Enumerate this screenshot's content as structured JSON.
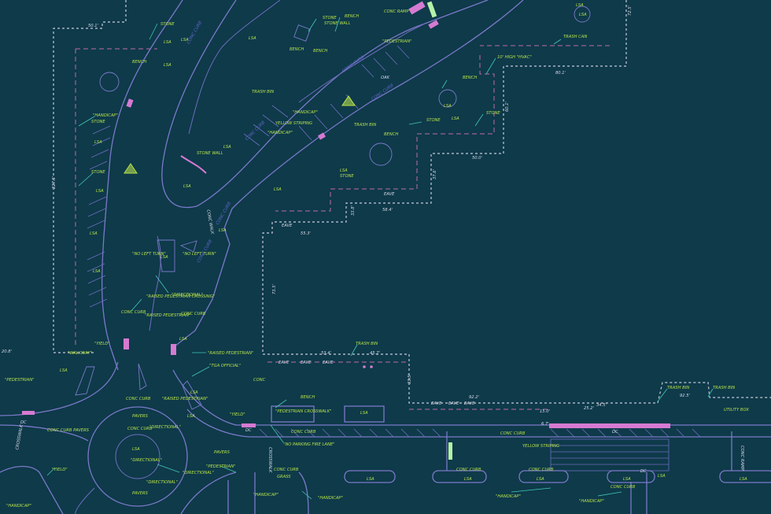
{
  "colors": {
    "background": "#0e3a4a",
    "building_outline": "#c9c9d6",
    "curb": "#7b79c8",
    "label": "#b7e04a",
    "leader": "#45c7b2",
    "highlight": "#d67ad2",
    "accent_green": "#b5f2a8"
  },
  "labels": {
    "bench": "BENCH",
    "stone": "STONE",
    "lsa": "LSA",
    "stone_wall": "STONE WALL",
    "conc_ramp": "CONC RAMP",
    "pedestrian": "\"PEDESTRIAN\"",
    "conc_curb": "CONC CURB",
    "trash_can": "TRASH CAN",
    "ten_high_hvac": "10' HIGH \"HVAC\"",
    "trash_bin": "TRASH BIN",
    "handicap": "\"HANDICAP\"",
    "yellow_striping": "YELLOW STRIPING",
    "conc_walk": "CONC WALK",
    "no_left_turn": "\"NO LEFT TURN\"",
    "directional": "\"DIRECTIONAL\"",
    "raised_ped_crossing": "\"RAISED PEDESTRIAN CROSSING\"",
    "raised_pedestrian": "\"RAISED PEDESTRIAN\"",
    "yield": "\"YIELD\"",
    "walkway": "\"WALKWAY\"",
    "tga_official": "\"TGA OFFICIAL\"",
    "conc": "CONC",
    "pedestrian_crosswalk": "\"PEDESTRIAN CROSSWALK\"",
    "no_parking_fire_lane": "\"NO PARKING FIRE LANE\"",
    "pavers": "PAVERS",
    "conc_curb_pavers": "CONC CURB PAVERS",
    "crosswalk": "CROSSWALK",
    "grass": "GRASS",
    "utility_box": "UTILITY BOX",
    "eave": "EAVE",
    "oak": "OAK",
    "dc": "DC",
    "conc_ramp2": "CONC RAMP"
  },
  "dimensions": {
    "d1": "50.1'",
    "d2": "72.5'",
    "d3": "80.1'",
    "d4": "60.1'",
    "d5": "50.0'",
    "d6": "37.6'",
    "d7": "58.4'",
    "d8": "55.3'",
    "d9": "33.8'",
    "d10": "73.5'",
    "d11": "53.4'",
    "d12": "45.7'",
    "d13": "92.2'",
    "d14": "92.5'",
    "d15": "25.2'",
    "d16": "15.0'",
    "d17": "6.7'",
    "d18": "227.5'",
    "d19": "33.5'",
    "d20": "34.5'",
    "d21": "20.8'"
  }
}
